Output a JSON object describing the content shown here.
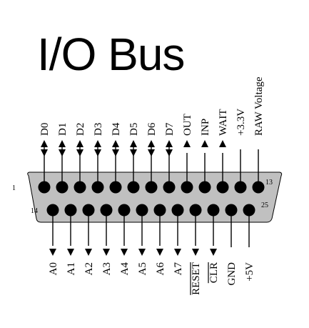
{
  "title": "I/O Bus",
  "colors": {
    "body_fill": "#c0c0c0",
    "pin": "#000000",
    "ink": "#000000",
    "background": "#ffffff"
  },
  "pin_numbers": {
    "top_first": "1",
    "top_last": "13",
    "bottom_first": "14",
    "bottom_last": "25"
  },
  "top_row": [
    {
      "label": "D0",
      "direction": "bidirectional"
    },
    {
      "label": "D1",
      "direction": "bidirectional"
    },
    {
      "label": "D2",
      "direction": "bidirectional"
    },
    {
      "label": "D3",
      "direction": "bidirectional"
    },
    {
      "label": "D4",
      "direction": "bidirectional"
    },
    {
      "label": "D5",
      "direction": "bidirectional"
    },
    {
      "label": "D6",
      "direction": "bidirectional"
    },
    {
      "label": "D7",
      "direction": "bidirectional"
    },
    {
      "label": "OUT",
      "direction": "out"
    },
    {
      "label": "INP",
      "direction": "out"
    },
    {
      "label": "WAIT",
      "direction": "out"
    },
    {
      "label": "+3.3V",
      "direction": "none"
    },
    {
      "label": "RAW Voltage",
      "direction": "none"
    }
  ],
  "bottom_row": [
    {
      "label": "A0",
      "direction": "out",
      "overline": false
    },
    {
      "label": "A1",
      "direction": "out",
      "overline": false
    },
    {
      "label": "A2",
      "direction": "out",
      "overline": false
    },
    {
      "label": "A3",
      "direction": "out",
      "overline": false
    },
    {
      "label": "A4",
      "direction": "out",
      "overline": false
    },
    {
      "label": "A5",
      "direction": "out",
      "overline": false
    },
    {
      "label": "A6",
      "direction": "out",
      "overline": false
    },
    {
      "label": "A7",
      "direction": "out",
      "overline": false
    },
    {
      "label": "RESET",
      "direction": "out",
      "overline": true
    },
    {
      "label": "CLR",
      "direction": "out",
      "overline": true
    },
    {
      "label": "GND",
      "direction": "none",
      "overline": false
    },
    {
      "label": "+5V",
      "direction": "none",
      "overline": false
    }
  ]
}
